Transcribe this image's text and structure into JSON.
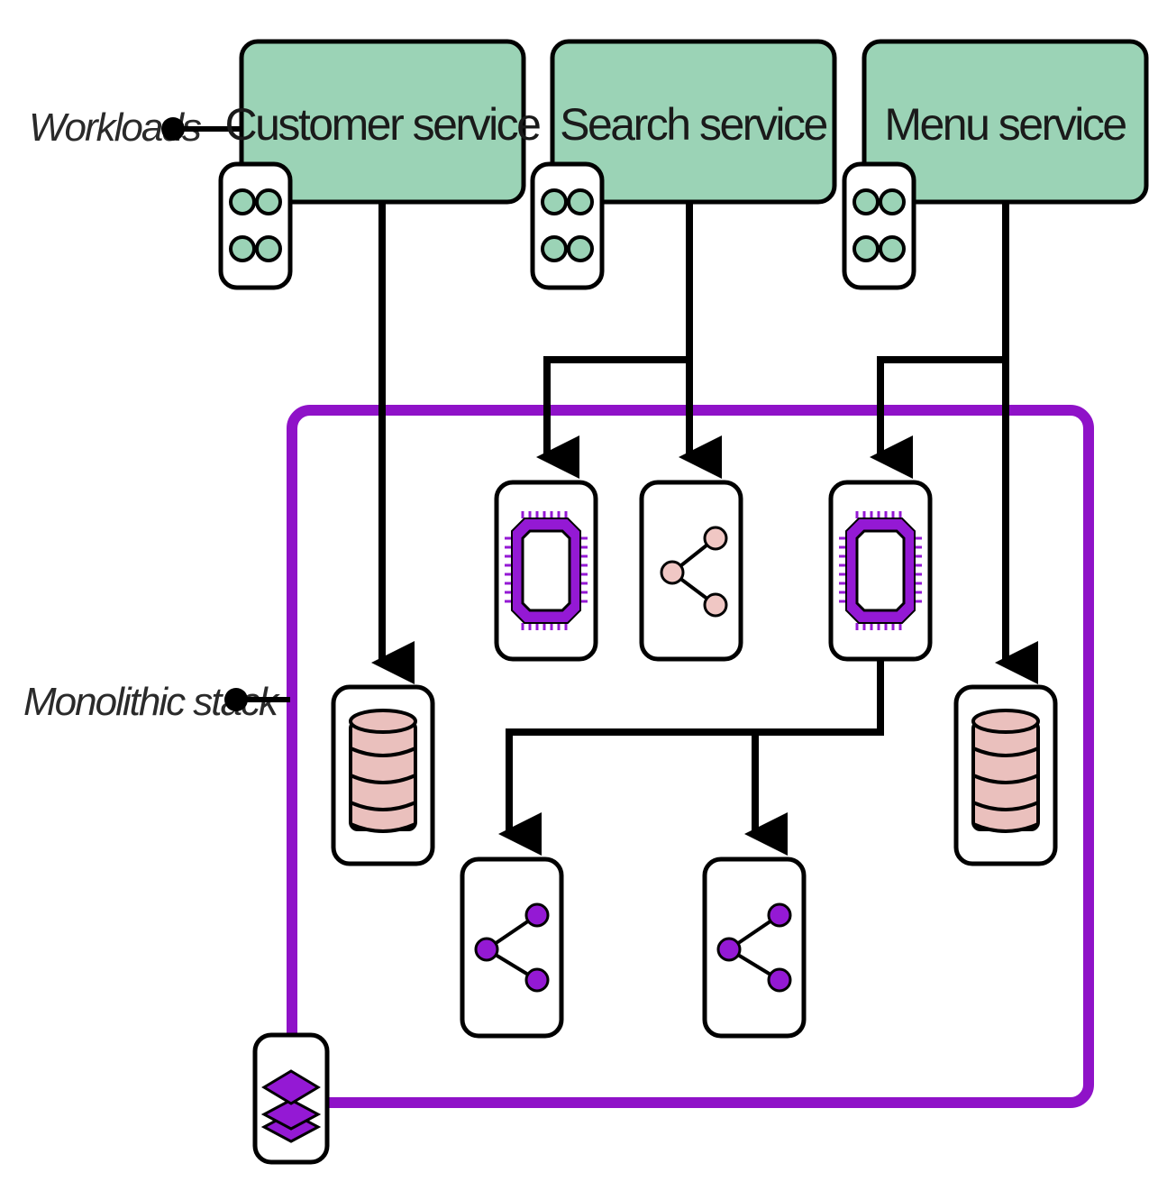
{
  "labels": {
    "workloads": "Workloads",
    "monolithic_stack": "Monolithic stack"
  },
  "services": [
    {
      "name": "Customer service"
    },
    {
      "name": "Search service"
    },
    {
      "name": "Menu service"
    }
  ],
  "icons": {
    "pod": "pod-icon",
    "database": "database-icon",
    "processor": "processor-chip-icon",
    "network_light": "network-share-icon",
    "network_dark": "network-share-icon",
    "stack": "layers-stack-icon"
  },
  "colors": {
    "service_fill": "#9bd3b6",
    "stack_border": "#8f12c8",
    "db_fill": "#eac0bd",
    "node_purple": "#9419d4",
    "node_pink": "#f0c7c4"
  }
}
